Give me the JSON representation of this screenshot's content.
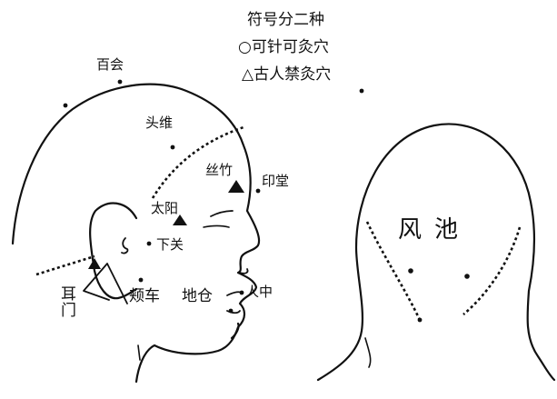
{
  "legend": {
    "title": "符号分二种",
    "circle_item": "○可针可灸穴",
    "triangle_item": "△古人禁灸穴"
  },
  "points": {
    "baihui": "百会",
    "touwei": "头维",
    "sizhukong": "丝竹",
    "yintang": "印堂",
    "taiyang": "太阳",
    "xiaguan": "下关",
    "ermen": "耳门",
    "jiache": "颊车",
    "dicang": "地仓",
    "renzhong": "人中",
    "fengchi": "风池"
  }
}
